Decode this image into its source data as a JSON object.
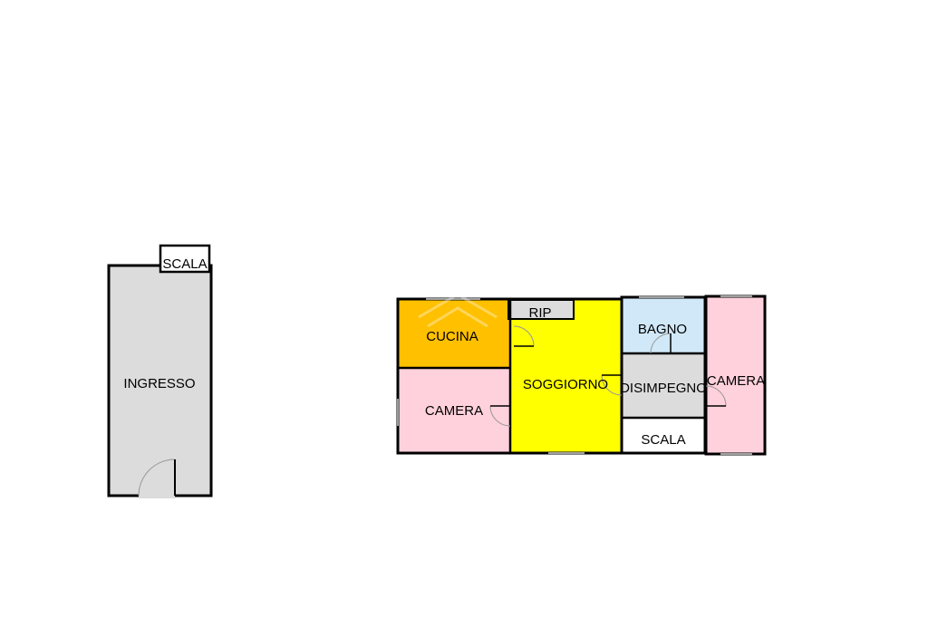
{
  "floorplan": {
    "rooms": [
      {
        "id": "ingresso",
        "label": "INGRESSO",
        "color": "#dcdcdc"
      },
      {
        "id": "scala-ingresso",
        "label": "SCALA",
        "color": "#ffffff"
      },
      {
        "id": "cucina",
        "label": "CUCINA",
        "color": "#ffc000"
      },
      {
        "id": "rip",
        "label": "RIP",
        "color": "#dcdcdc"
      },
      {
        "id": "camera-sinistra",
        "label": "CAMERA",
        "color": "#ffd1dc"
      },
      {
        "id": "soggiorno",
        "label": "SOGGIORNO",
        "color": "#ffff00"
      },
      {
        "id": "bagno",
        "label": "BAGNO",
        "color": "#d0e8f8"
      },
      {
        "id": "disimpegno",
        "label": "DISIMPEGNO",
        "color": "#dcdcdc"
      },
      {
        "id": "scala-piano",
        "label": "SCALA",
        "color": "#ffffff"
      },
      {
        "id": "camera-destra",
        "label": "CAMERA",
        "color": "#ffd1dc"
      }
    ],
    "wall_color": "#000000",
    "door_color": "#999999"
  }
}
